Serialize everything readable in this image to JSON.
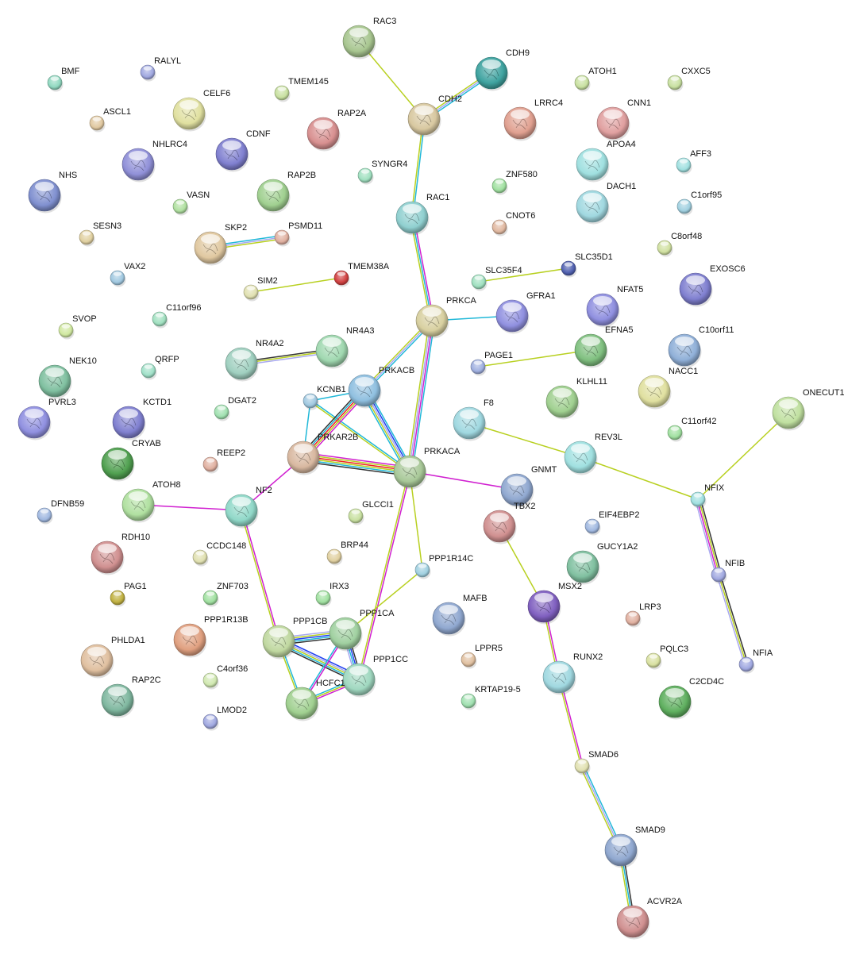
{
  "evidence_colors": {
    "database": "#20b8d8",
    "experiment": "#d020d0",
    "textmining": "#b8d020",
    "coexpression": "#333333",
    "cooccurrence": "#2040f0",
    "homology": "#a8a8f0",
    "fusion": "#f02020"
  },
  "nodes": [
    {
      "id": "RAC3",
      "color": "#a8c690"
    },
    {
      "id": "CDH9",
      "color": "#3fa3a0"
    },
    {
      "id": "CDH2",
      "color": "#d8c8a0"
    },
    {
      "id": "BMF",
      "color": "#90d8c0"
    },
    {
      "id": "RALYL",
      "color": "#a0a8e0"
    },
    {
      "id": "CELF6",
      "color": "#e0e0a0"
    },
    {
      "id": "TMEM145",
      "color": "#c8e0a0"
    },
    {
      "id": "ASCL1",
      "color": "#e0c8a0"
    },
    {
      "id": "RAP2A",
      "color": "#d89090"
    },
    {
      "id": "CDNF",
      "color": "#8080d0"
    },
    {
      "id": "NHLRC4",
      "color": "#9090d8"
    },
    {
      "id": "NHS",
      "color": "#8090d0"
    },
    {
      "id": "VASN",
      "color": "#b0e0a0"
    },
    {
      "id": "RAP2B",
      "color": "#a0d090"
    },
    {
      "id": "SYNGR4",
      "color": "#a0e0c0"
    },
    {
      "id": "RAC1",
      "color": "#90d0d0"
    },
    {
      "id": "ZNF580",
      "color": "#a0e0a0"
    },
    {
      "id": "ATOH1",
      "color": "#c8e0a0"
    },
    {
      "id": "CXXC5",
      "color": "#c8e0a0"
    },
    {
      "id": "LRRC4",
      "color": "#e0a090"
    },
    {
      "id": "CNN1",
      "color": "#e0a0a0"
    },
    {
      "id": "APOA4",
      "color": "#a0e0e0"
    },
    {
      "id": "AFF3",
      "color": "#a0e0e0"
    },
    {
      "id": "DACH1",
      "color": "#a0d8e0"
    },
    {
      "id": "C1orf95",
      "color": "#a0d0e0"
    },
    {
      "id": "CNOT6",
      "color": "#e0b8a0"
    },
    {
      "id": "C8orf48",
      "color": "#d0e0a0"
    },
    {
      "id": "SESN3",
      "color": "#e0d0a0"
    },
    {
      "id": "SKP2",
      "color": "#e0c8a0"
    },
    {
      "id": "PSMD11",
      "color": "#e0b0a0"
    },
    {
      "id": "SLC35D1",
      "color": "#5060b0"
    },
    {
      "id": "SLC35F4",
      "color": "#a0e0c0"
    },
    {
      "id": "EXOSC6",
      "color": "#8080d0"
    },
    {
      "id": "VAX2",
      "color": "#a0c8e0"
    },
    {
      "id": "SIM2",
      "color": "#e0e0b0"
    },
    {
      "id": "TMEM38A",
      "color": "#d04040"
    },
    {
      "id": "PRKCA",
      "color": "#d8d0a0"
    },
    {
      "id": "GFRA1",
      "color": "#9090e0"
    },
    {
      "id": "NFAT5",
      "color": "#9090e0"
    },
    {
      "id": "C11orf96",
      "color": "#a0e0c0"
    },
    {
      "id": "SVOP",
      "color": "#d0e8a0"
    },
    {
      "id": "NR4A3",
      "color": "#a0d8b0"
    },
    {
      "id": "NR4A2",
      "color": "#a0d0c0"
    },
    {
      "id": "C10orf11",
      "color": "#90b0d8"
    },
    {
      "id": "EFNA5",
      "color": "#80c080"
    },
    {
      "id": "PAGE1",
      "color": "#a0b0e0"
    },
    {
      "id": "NEK10",
      "color": "#80c0a0"
    },
    {
      "id": "QRFP",
      "color": "#a0e0c8"
    },
    {
      "id": "PRKACB",
      "color": "#90c0e0"
    },
    {
      "id": "KCNB1",
      "color": "#a0c8e0"
    },
    {
      "id": "NACC1",
      "color": "#e0e0a0"
    },
    {
      "id": "KLHL11",
      "color": "#a0d090"
    },
    {
      "id": "ONECUT1",
      "color": "#c0e0a0"
    },
    {
      "id": "PVRL3",
      "color": "#9090e0"
    },
    {
      "id": "KCTD1",
      "color": "#8080d0"
    },
    {
      "id": "DGAT2",
      "color": "#a0e0b0"
    },
    {
      "id": "F8",
      "color": "#a0d8e0"
    },
    {
      "id": "C11orf42",
      "color": "#a0e0a0"
    },
    {
      "id": "CRYAB",
      "color": "#50a050"
    },
    {
      "id": "PRKAR2B",
      "color": "#d8b8a0"
    },
    {
      "id": "PRKACA",
      "color": "#a8c898"
    },
    {
      "id": "REV3L",
      "color": "#a0e0e0"
    },
    {
      "id": "REEP2",
      "color": "#e0b0a0"
    },
    {
      "id": "GNMT",
      "color": "#90a8d0"
    },
    {
      "id": "NFIX",
      "color": "#a0e0e0"
    },
    {
      "id": "ATOH8",
      "color": "#b0e0a0"
    },
    {
      "id": "NF2",
      "color": "#90d8c8"
    },
    {
      "id": "DFNB59",
      "color": "#a0b8e0"
    },
    {
      "id": "GLCCI1",
      "color": "#c8e0a0"
    },
    {
      "id": "TBX2",
      "color": "#d09090"
    },
    {
      "id": "EIF4EBP2",
      "color": "#a0b8e0"
    },
    {
      "id": "RDH10",
      "color": "#d09090"
    },
    {
      "id": "CCDC148",
      "color": "#e0e0b0"
    },
    {
      "id": "BRP44",
      "color": "#e0d0a0"
    },
    {
      "id": "PPP1R14C",
      "color": "#a0d0e0"
    },
    {
      "id": "GUCY1A2",
      "color": "#80c0a0"
    },
    {
      "id": "NFIB",
      "color": "#a0a8e0"
    },
    {
      "id": "PAG1",
      "color": "#c0b040"
    },
    {
      "id": "ZNF703",
      "color": "#a0e0a0"
    },
    {
      "id": "IRX3",
      "color": "#a0e0a0"
    },
    {
      "id": "MAFB",
      "color": "#90a8d0"
    },
    {
      "id": "MSX2",
      "color": "#8060c0"
    },
    {
      "id": "LRP3",
      "color": "#e0b0a0"
    },
    {
      "id": "PPP1R13B",
      "color": "#e0a080"
    },
    {
      "id": "PHLDA1",
      "color": "#e0c0a0"
    },
    {
      "id": "PPP1CB",
      "color": "#c0d8a0"
    },
    {
      "id": "PPP1CA",
      "color": "#a0d0a0"
    },
    {
      "id": "LPPR5",
      "color": "#e0c0a0"
    },
    {
      "id": "PQLC3",
      "color": "#d8e0a0"
    },
    {
      "id": "NFIA",
      "color": "#a0a8e0"
    },
    {
      "id": "RAP2C",
      "color": "#80b8a0"
    },
    {
      "id": "C4orf36",
      "color": "#d0e8b0"
    },
    {
      "id": "PPP1CC",
      "color": "#a0d8c0"
    },
    {
      "id": "RUNX2",
      "color": "#a0d8e0"
    },
    {
      "id": "C2CD4C",
      "color": "#60b060"
    },
    {
      "id": "HCFC1",
      "color": "#a0d090"
    },
    {
      "id": "KRTAP19-5",
      "color": "#a0e0b0"
    },
    {
      "id": "LMOD2",
      "color": "#a0a8e0"
    },
    {
      "id": "SMAD6",
      "color": "#e0e0b0"
    },
    {
      "id": "SMAD9",
      "color": "#90a8d0"
    },
    {
      "id": "ACVR2A",
      "color": "#d09090"
    }
  ],
  "edges": [
    {
      "a": "RAC3",
      "b": "CDH2",
      "ev": [
        "textmining"
      ]
    },
    {
      "a": "CDH9",
      "b": "CDH2",
      "ev": [
        "database",
        "homology",
        "textmining"
      ]
    },
    {
      "a": "CDH2",
      "b": "RAC1",
      "ev": [
        "database",
        "textmining"
      ]
    },
    {
      "a": "RAC1",
      "b": "PRKCA",
      "ev": [
        "experiment",
        "database",
        "textmining"
      ]
    },
    {
      "a": "SKP2",
      "b": "PSMD11",
      "ev": [
        "database",
        "homology",
        "textmining"
      ]
    },
    {
      "a": "SIM2",
      "b": "TMEM38A",
      "ev": [
        "textmining"
      ]
    },
    {
      "a": "SLC35F4",
      "b": "SLC35D1",
      "ev": [
        "textmining"
      ]
    },
    {
      "a": "PRKCA",
      "b": "GFRA1",
      "ev": [
        "database"
      ]
    },
    {
      "a": "PRKCA",
      "b": "PRKACB",
      "ev": [
        "database",
        "homology",
        "textmining"
      ]
    },
    {
      "a": "PRKCA",
      "b": "PRKACA",
      "ev": [
        "database",
        "experiment",
        "homology",
        "textmining"
      ]
    },
    {
      "a": "NR4A2",
      "b": "NR4A3",
      "ev": [
        "coexpression",
        "textmining",
        "homology"
      ]
    },
    {
      "a": "PAGE1",
      "b": "EFNA5",
      "ev": [
        "textmining"
      ]
    },
    {
      "a": "KCNB1",
      "b": "PRKACB",
      "ev": [
        "database"
      ]
    },
    {
      "a": "KCNB1",
      "b": "PRKACA",
      "ev": [
        "database",
        "textmining"
      ]
    },
    {
      "a": "KCNB1",
      "b": "PRKAR2B",
      "ev": [
        "database"
      ]
    },
    {
      "a": "PRKACB",
      "b": "PRKAR2B",
      "ev": [
        "experiment",
        "textmining",
        "fusion",
        "database",
        "coexpression"
      ]
    },
    {
      "a": "PRKACB",
      "b": "PRKACA",
      "ev": [
        "database",
        "cooccurrence",
        "homology",
        "textmining",
        "database"
      ]
    },
    {
      "a": "PRKAR2B",
      "b": "PRKACA",
      "ev": [
        "experiment",
        "textmining",
        "fusion",
        "textmining",
        "database",
        "coexpression"
      ]
    },
    {
      "a": "PRKAR2B",
      "b": "NF2",
      "ev": [
        "experiment"
      ]
    },
    {
      "a": "PRKACA",
      "b": "GNMT",
      "ev": [
        "experiment"
      ]
    },
    {
      "a": "PRKACA",
      "b": "PPP1R14C",
      "ev": [
        "textmining"
      ]
    },
    {
      "a": "PRKACA",
      "b": "PPP1CC",
      "ev": [
        "experiment",
        "textmining"
      ]
    },
    {
      "a": "PPP1R14C",
      "b": "PPP1CA",
      "ev": [
        "textmining"
      ]
    },
    {
      "a": "ATOH8",
      "b": "NF2",
      "ev": [
        "experiment"
      ]
    },
    {
      "a": "NF2",
      "b": "PPP1CB",
      "ev": [
        "experiment",
        "textmining"
      ]
    },
    {
      "a": "PPP1CB",
      "b": "PPP1CA",
      "ev": [
        "homology",
        "textmining",
        "cooccurrence",
        "database",
        "coexpression"
      ]
    },
    {
      "a": "PPP1CB",
      "b": "PPP1CC",
      "ev": [
        "cooccurrence",
        "homology",
        "textmining",
        "database",
        "coexpression"
      ]
    },
    {
      "a": "PPP1CB",
      "b": "HCFC1",
      "ev": [
        "database",
        "textmining"
      ]
    },
    {
      "a": "PPP1CA",
      "b": "PPP1CC",
      "ev": [
        "coexpression",
        "cooccurrence",
        "database",
        "homology"
      ]
    },
    {
      "a": "PPP1CA",
      "b": "HCFC1",
      "ev": [
        "experiment",
        "database"
      ]
    },
    {
      "a": "PPP1CC",
      "b": "HCFC1",
      "ev": [
        "experiment",
        "textmining",
        "database"
      ]
    },
    {
      "a": "F8",
      "b": "REV3L",
      "ev": [
        "textmining"
      ]
    },
    {
      "a": "REV3L",
      "b": "NFIX",
      "ev": [
        "textmining"
      ]
    },
    {
      "a": "ONECUT1",
      "b": "NFIX",
      "ev": [
        "textmining"
      ]
    },
    {
      "a": "NFIX",
      "b": "NFIB",
      "ev": [
        "coexpression",
        "textmining",
        "experiment",
        "homology"
      ]
    },
    {
      "a": "NFIB",
      "b": "NFIA",
      "ev": [
        "coexpression",
        "textmining",
        "homology"
      ]
    },
    {
      "a": "TBX2",
      "b": "MSX2",
      "ev": [
        "textmining"
      ]
    },
    {
      "a": "MSX2",
      "b": "RUNX2",
      "ev": [
        "experiment",
        "textmining"
      ]
    },
    {
      "a": "RUNX2",
      "b": "SMAD6",
      "ev": [
        "experiment",
        "textmining"
      ]
    },
    {
      "a": "SMAD6",
      "b": "SMAD9",
      "ev": [
        "database",
        "homology",
        "textmining"
      ]
    },
    {
      "a": "SMAD9",
      "b": "ACVR2A",
      "ev": [
        "coexpression",
        "database",
        "textmining"
      ]
    }
  ]
}
